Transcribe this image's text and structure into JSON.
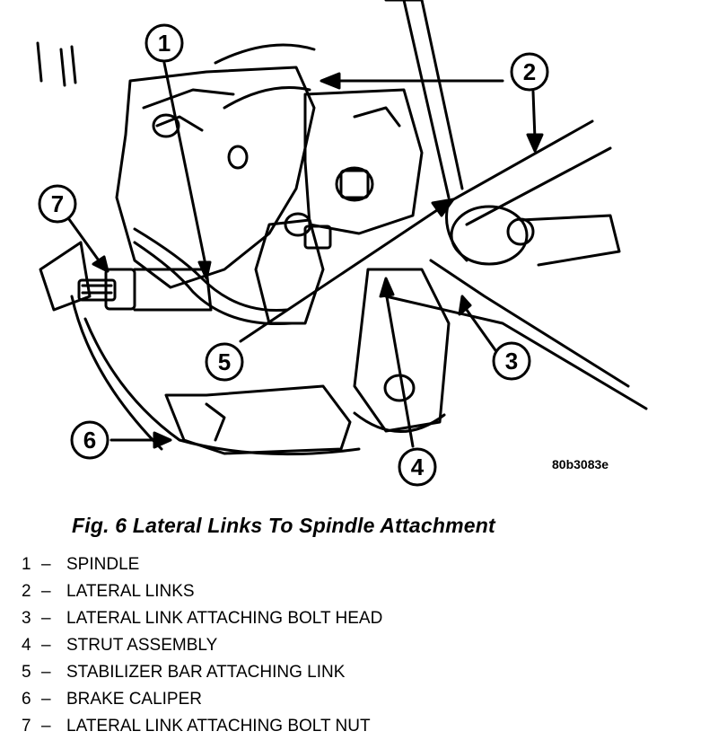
{
  "figure": {
    "code": "80b3083e",
    "callouts": [
      "1",
      "2",
      "3",
      "4",
      "5",
      "6",
      "7"
    ]
  },
  "caption": "Fig. 6 Lateral Links To Spindle Attachment",
  "legend": [
    {
      "num": "1",
      "label": "SPINDLE"
    },
    {
      "num": "2",
      "label": "LATERAL LINKS"
    },
    {
      "num": "3",
      "label": "LATERAL LINK ATTACHING BOLT HEAD"
    },
    {
      "num": "4",
      "label": "STRUT ASSEMBLY"
    },
    {
      "num": "5",
      "label": "STABILIZER BAR ATTACHING LINK"
    },
    {
      "num": "6",
      "label": "BRAKE CALIPER"
    },
    {
      "num": "7",
      "label": "LATERAL LINK ATTACHING BOLT NUT"
    }
  ],
  "legend_separator": "–"
}
